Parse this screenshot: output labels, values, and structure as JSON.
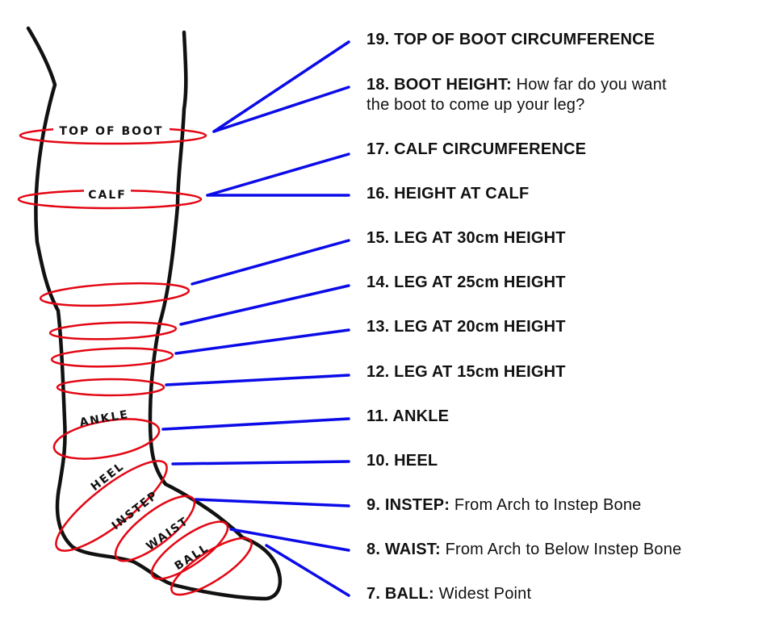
{
  "colors": {
    "outline": "#111111",
    "ring": "#e30613",
    "leader": "#0b0be8",
    "text": "#111111"
  },
  "leg_labels": {
    "top_of_boot": "TOP OF BOOT",
    "calf": "CALF",
    "ankle": "ANKLE",
    "heel": "HEEL",
    "instep": "INSTEP",
    "waist": "WAIST",
    "ball": "BALL"
  },
  "measurements": [
    {
      "title": "19. TOP OF BOOT CIRCUMFERENCE",
      "desc": ""
    },
    {
      "title": "18. BOOT HEIGHT:",
      "desc": "How far do you want",
      "desc2": "the boot to come up your leg?"
    },
    {
      "title": "17. CALF CIRCUMFERENCE",
      "desc": ""
    },
    {
      "title": "16. HEIGHT AT CALF",
      "desc": ""
    },
    {
      "title": "15. LEG AT 30cm HEIGHT",
      "desc": ""
    },
    {
      "title": "14. LEG AT 25cm HEIGHT",
      "desc": ""
    },
    {
      "title": "13. LEG AT 20cm HEIGHT",
      "desc": ""
    },
    {
      "title": "12. LEG AT 15cm HEIGHT",
      "desc": ""
    },
    {
      "title": "11. ANKLE",
      "desc": ""
    },
    {
      "title": "10. HEEL",
      "desc": ""
    },
    {
      "title": "9. INSTEP:",
      "desc": "From Arch to Instep Bone"
    },
    {
      "title": "8. WAIST:",
      "desc": "From Arch to Below Instep Bone"
    },
    {
      "title": "7. BALL:",
      "desc": "Widest Point"
    }
  ]
}
